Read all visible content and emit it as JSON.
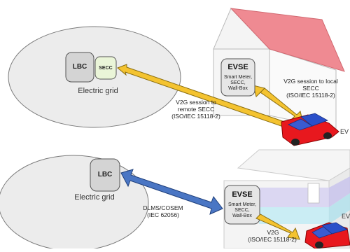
{
  "top": {
    "grid_label": "Electric grid",
    "lbc_label": "LBC",
    "secc_label": "SECC",
    "evse_title": "EVSE",
    "evse_lines": [
      "Smart Meter,",
      "SECC,",
      "Wall-Box"
    ],
    "remote_session_lines": [
      "V2G session to",
      "remote SECC",
      "(ISO/IEC 15118-2)"
    ],
    "local_session_lines": [
      "V2G session to local",
      "SECC",
      "(ISO/IEC 15118-2)"
    ],
    "ev_label": "EV"
  },
  "bottom": {
    "grid_label": "Electric grid",
    "lbc_label": "LBC",
    "evse_title": "EVSE",
    "evse_lines": [
      "Smart Meter,",
      "SECC,",
      "Wall-Box"
    ],
    "dlms_lines": [
      "DLMS/COSEM",
      "(IEC 62056)"
    ],
    "v2g_lines": [
      "V2G",
      "(ISO/IEC 15118-2)"
    ],
    "ev_label": "EV"
  },
  "colors": {
    "ellipse_fill": "#ececec",
    "ellipse_stroke": "#7a7a7a",
    "secc_fill": "#eaf5d8",
    "roof": "#ef8a92",
    "yellow_arrow": "#f4c330",
    "blue_arrow": "#4a76c4",
    "car_red": "#e8181e",
    "car_blue": "#2a4fc9"
  }
}
